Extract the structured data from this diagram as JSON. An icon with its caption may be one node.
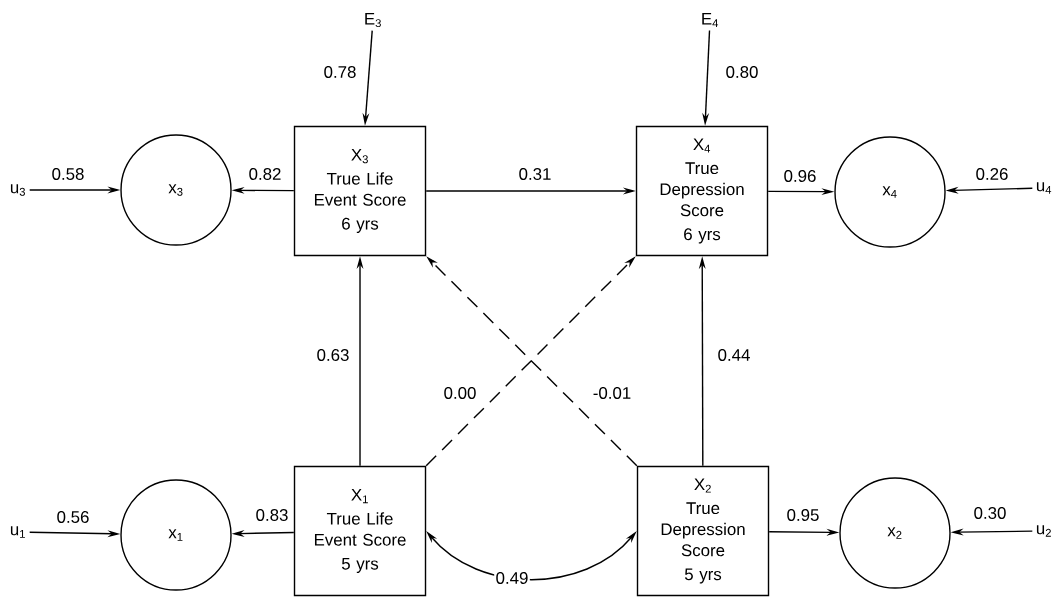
{
  "diagram": {
    "nodes": [
      {
        "text": [
          "E$_{3}$"
        ]
      },
      {
        "text": [
          "E$_{4}$"
        ]
      },
      {
        "text": [
          "u$_{3}$"
        ]
      },
      {
        "text": [
          "x$_{3}$"
        ]
      },
      {
        "text": [
          "X$_{3}$",
          "True Life Event Score",
          "6 yrs"
        ]
      },
      {
        "text": [
          "X$_{4}$",
          "True Depression Score",
          "6 yrs"
        ]
      },
      {
        "text": [
          "x$_{4}$"
        ]
      },
      {
        "text": [
          "u$_{4}$"
        ]
      },
      {
        "text": [
          "u$_{1}$"
        ]
      },
      {
        "text": [
          "x$_{1}$"
        ]
      },
      {
        "text": [
          "X$_{1}$",
          "True Life Event Score",
          "5 yrs"
        ]
      },
      {
        "text": [
          "X$_{2}$",
          "True Depression Score",
          "5 yrs"
        ]
      },
      {
        "text": [
          "x$_{2}$"
        ]
      },
      {
        "text": [
          "u$_{2}$"
        ]
      }
    ],
    "edges": [
      {
        "from": 0,
        "to": 4,
        "arrow": "to",
        "label": "0.78"
      },
      {
        "from": 1,
        "to": 5,
        "arrow": "to",
        "label": "0.80"
      },
      {
        "from": 2,
        "to": 3,
        "arrow": "to",
        "label": "0.58"
      },
      {
        "from": 4,
        "to": 3,
        "arrow": "to",
        "label": "0.82"
      },
      {
        "from": 4,
        "to": 5,
        "arrow": "to",
        "label": "0.31"
      },
      {
        "from": 5,
        "to": 6,
        "arrow": "to",
        "label": "0.96"
      },
      {
        "from": 7,
        "to": 6,
        "arrow": "to",
        "label": "0.26"
      },
      {
        "from": 10,
        "to": 4,
        "arrow": "to",
        "label": "0.63"
      },
      {
        "from": 11,
        "to": 5,
        "arrow": "to",
        "label": "0.44"
      },
      {
        "from": 10,
        "to": 5,
        "arrow": "to",
        "label": "0.00",
        "style": "dashed"
      },
      {
        "from": 11,
        "to": 4,
        "arrow": "to",
        "label": "-0.01",
        "style": "dashed"
      },
      {
        "from": 10,
        "to": 11,
        "arrow": "both",
        "label": "0.49"
      },
      {
        "from": 8,
        "to": 9,
        "arrow": "to",
        "label": "0.56"
      },
      {
        "from": 10,
        "to": 9,
        "arrow": "to",
        "label": "0.83"
      },
      {
        "from": 11,
        "to": 12,
        "arrow": "to",
        "label": "0.95"
      },
      {
        "from": 13,
        "to": 12,
        "arrow": "to",
        "label": "0.30"
      }
    ]
  }
}
